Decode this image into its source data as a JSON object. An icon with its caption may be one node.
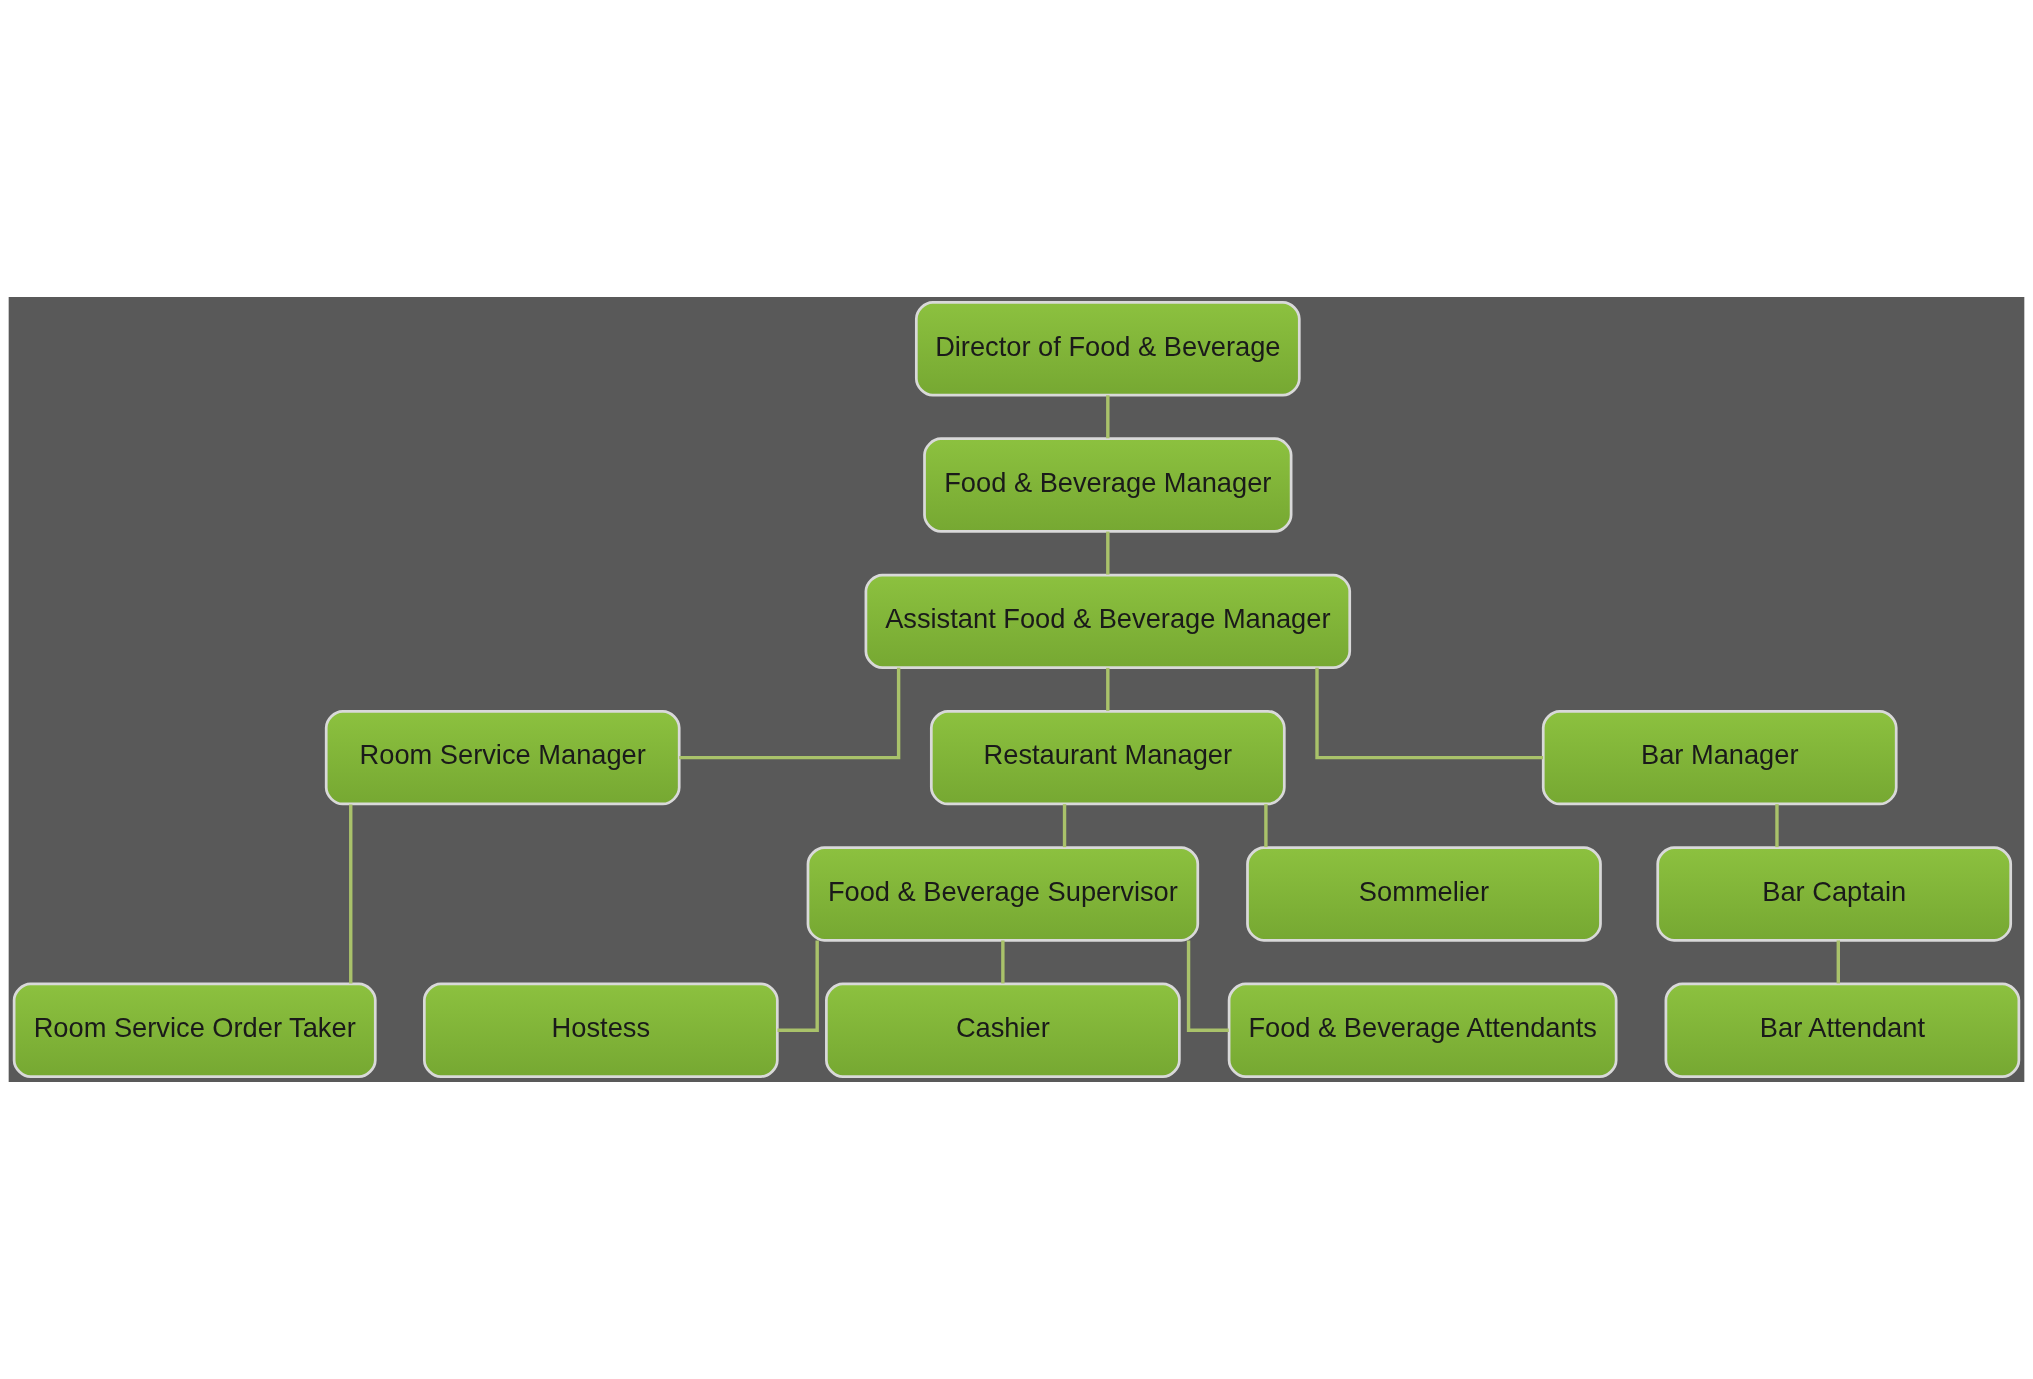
{
  "diagram": {
    "nodes": [
      {
        "text": [
          "Director of Food & Beverage"
        ]
      },
      {
        "text": [
          "Food & Beverage Manager"
        ]
      },
      {
        "text": [
          "Assistant Food & Beverage Manager"
        ]
      },
      {
        "text": [
          "Room Service Manager"
        ]
      },
      {
        "text": [
          "Restaurant Manager"
        ]
      },
      {
        "text": [
          "Bar Manager"
        ]
      },
      {
        "text": [
          "Food & Beverage Supervisor"
        ]
      },
      {
        "text": [
          "Sommelier"
        ]
      },
      {
        "text": [
          "Bar Captain"
        ]
      },
      {
        "text": [
          "Hostess"
        ]
      },
      {
        "text": [
          "Cashier"
        ]
      },
      {
        "text": [
          "Room Service Order Taker"
        ]
      },
      {
        "text": [
          "Food & Beverage Attendants"
        ]
      },
      {
        "text": [
          "Bar Attendant"
        ]
      }
    ],
    "edges": [
      {
        "from": 0,
        "to": 1,
        "arrow": "none"
      },
      {
        "from": 1,
        "to": 2,
        "arrow": "none"
      },
      {
        "from": 2,
        "to": 3,
        "arrow": "none"
      },
      {
        "from": 2,
        "to": 4,
        "arrow": "none"
      },
      {
        "from": 2,
        "to": 5,
        "arrow": "none"
      },
      {
        "from": 4,
        "to": 6,
        "arrow": "none"
      },
      {
        "from": 4,
        "to": 7,
        "arrow": "none"
      },
      {
        "from": 5,
        "to": 8,
        "arrow": "none"
      },
      {
        "from": 6,
        "to": 9,
        "arrow": "none"
      },
      {
        "from": 6,
        "to": 10,
        "arrow": "none"
      },
      {
        "from": 3,
        "to": 11,
        "arrow": "none"
      },
      {
        "from": 6,
        "to": 12,
        "arrow": "none"
      },
      {
        "from": 8,
        "to": 13,
        "arrow": "none"
      }
    ]
  }
}
